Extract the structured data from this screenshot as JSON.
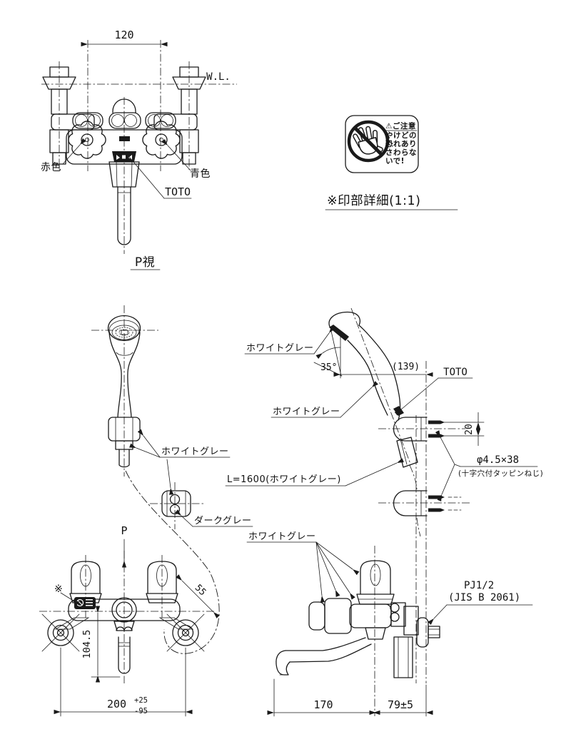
{
  "drawing_type": "faucet-technical-drawing",
  "colors": {
    "line": "#1a1a1a",
    "background": "#ffffff"
  },
  "front_view": {
    "dim_width": "120",
    "water_line": "W.L.",
    "hot_label": "赤色",
    "cold_label": "青色",
    "brand": "TOTO",
    "view_label": "P視"
  },
  "caution": {
    "heading": "⚠ご注意",
    "lines": [
      "やけどの",
      "恐れあり",
      "さわらな",
      "いで!"
    ],
    "caption": "※印部詳細(1:1)"
  },
  "shower_front": {
    "holder_color": "ホワイトグレー",
    "hook_color": "ダークグレー",
    "view_arrow": "P"
  },
  "shower_side": {
    "head_color": "ホワイトグレー",
    "handle_color": "ホワイトグレー",
    "spray_angle": "35°",
    "dim_depth": "(139)",
    "brand": "TOTO",
    "dim_screw_pitch": "20",
    "screw_spec": "φ4.5×38",
    "screw_note": "(十字穴付タッピンねじ)",
    "hose_spec": "L=1600(ホワイトグレー)"
  },
  "faucet_front": {
    "mark": "※",
    "dim_handle": "55",
    "dim_spout_drop": "104.5",
    "dim_pitch": "200",
    "dim_pitch_upper": "+25",
    "dim_pitch_lower": "-95"
  },
  "faucet_side": {
    "parts_color": "ホワイトグレー",
    "thread_spec": "PJ1/2",
    "thread_standard": "(JIS B 2061)",
    "dim_spout_reach": "170",
    "dim_wall_offset": "79±5"
  }
}
